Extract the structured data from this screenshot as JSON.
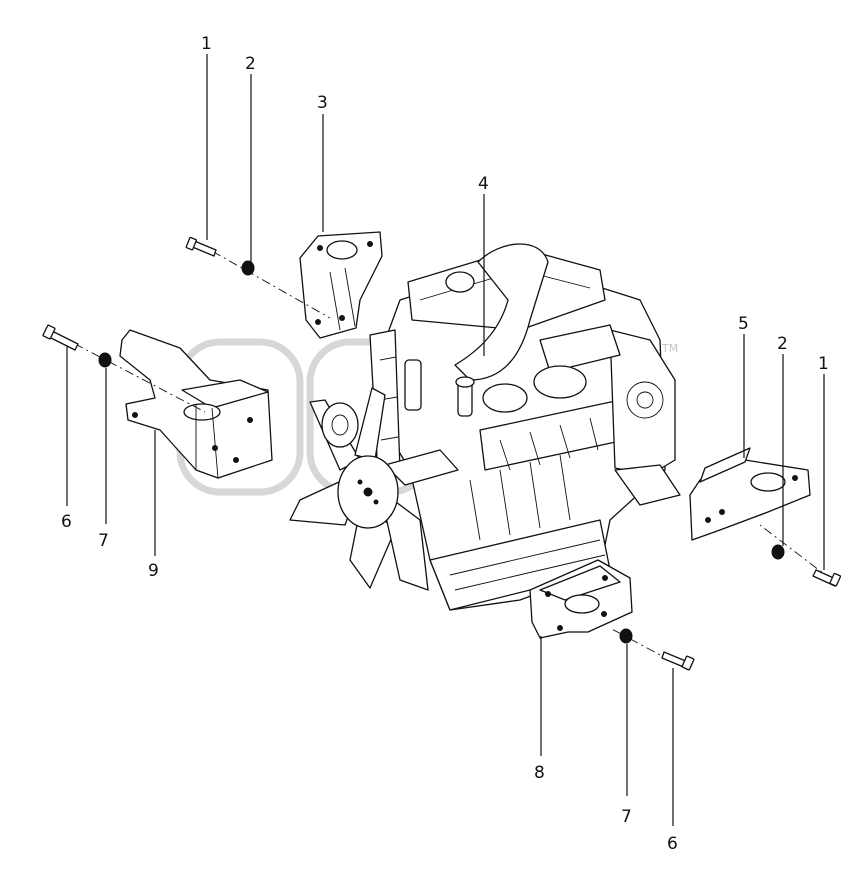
{
  "diagram": {
    "callouts": [
      {
        "id": "c1-top",
        "text": "1"
      },
      {
        "id": "c2-top",
        "text": "2"
      },
      {
        "id": "c3",
        "text": "3"
      },
      {
        "id": "c4",
        "text": "4"
      },
      {
        "id": "c5",
        "text": "5"
      },
      {
        "id": "c2-right",
        "text": "2"
      },
      {
        "id": "c1-right",
        "text": "1"
      },
      {
        "id": "c6-left",
        "text": "6"
      },
      {
        "id": "c7-left",
        "text": "7"
      },
      {
        "id": "c9",
        "text": "9"
      },
      {
        "id": "c8",
        "text": "8"
      },
      {
        "id": "c7-bottom",
        "text": "7"
      },
      {
        "id": "c6-bottom",
        "text": "6"
      }
    ],
    "watermark": {
      "trademark": "TM"
    }
  }
}
